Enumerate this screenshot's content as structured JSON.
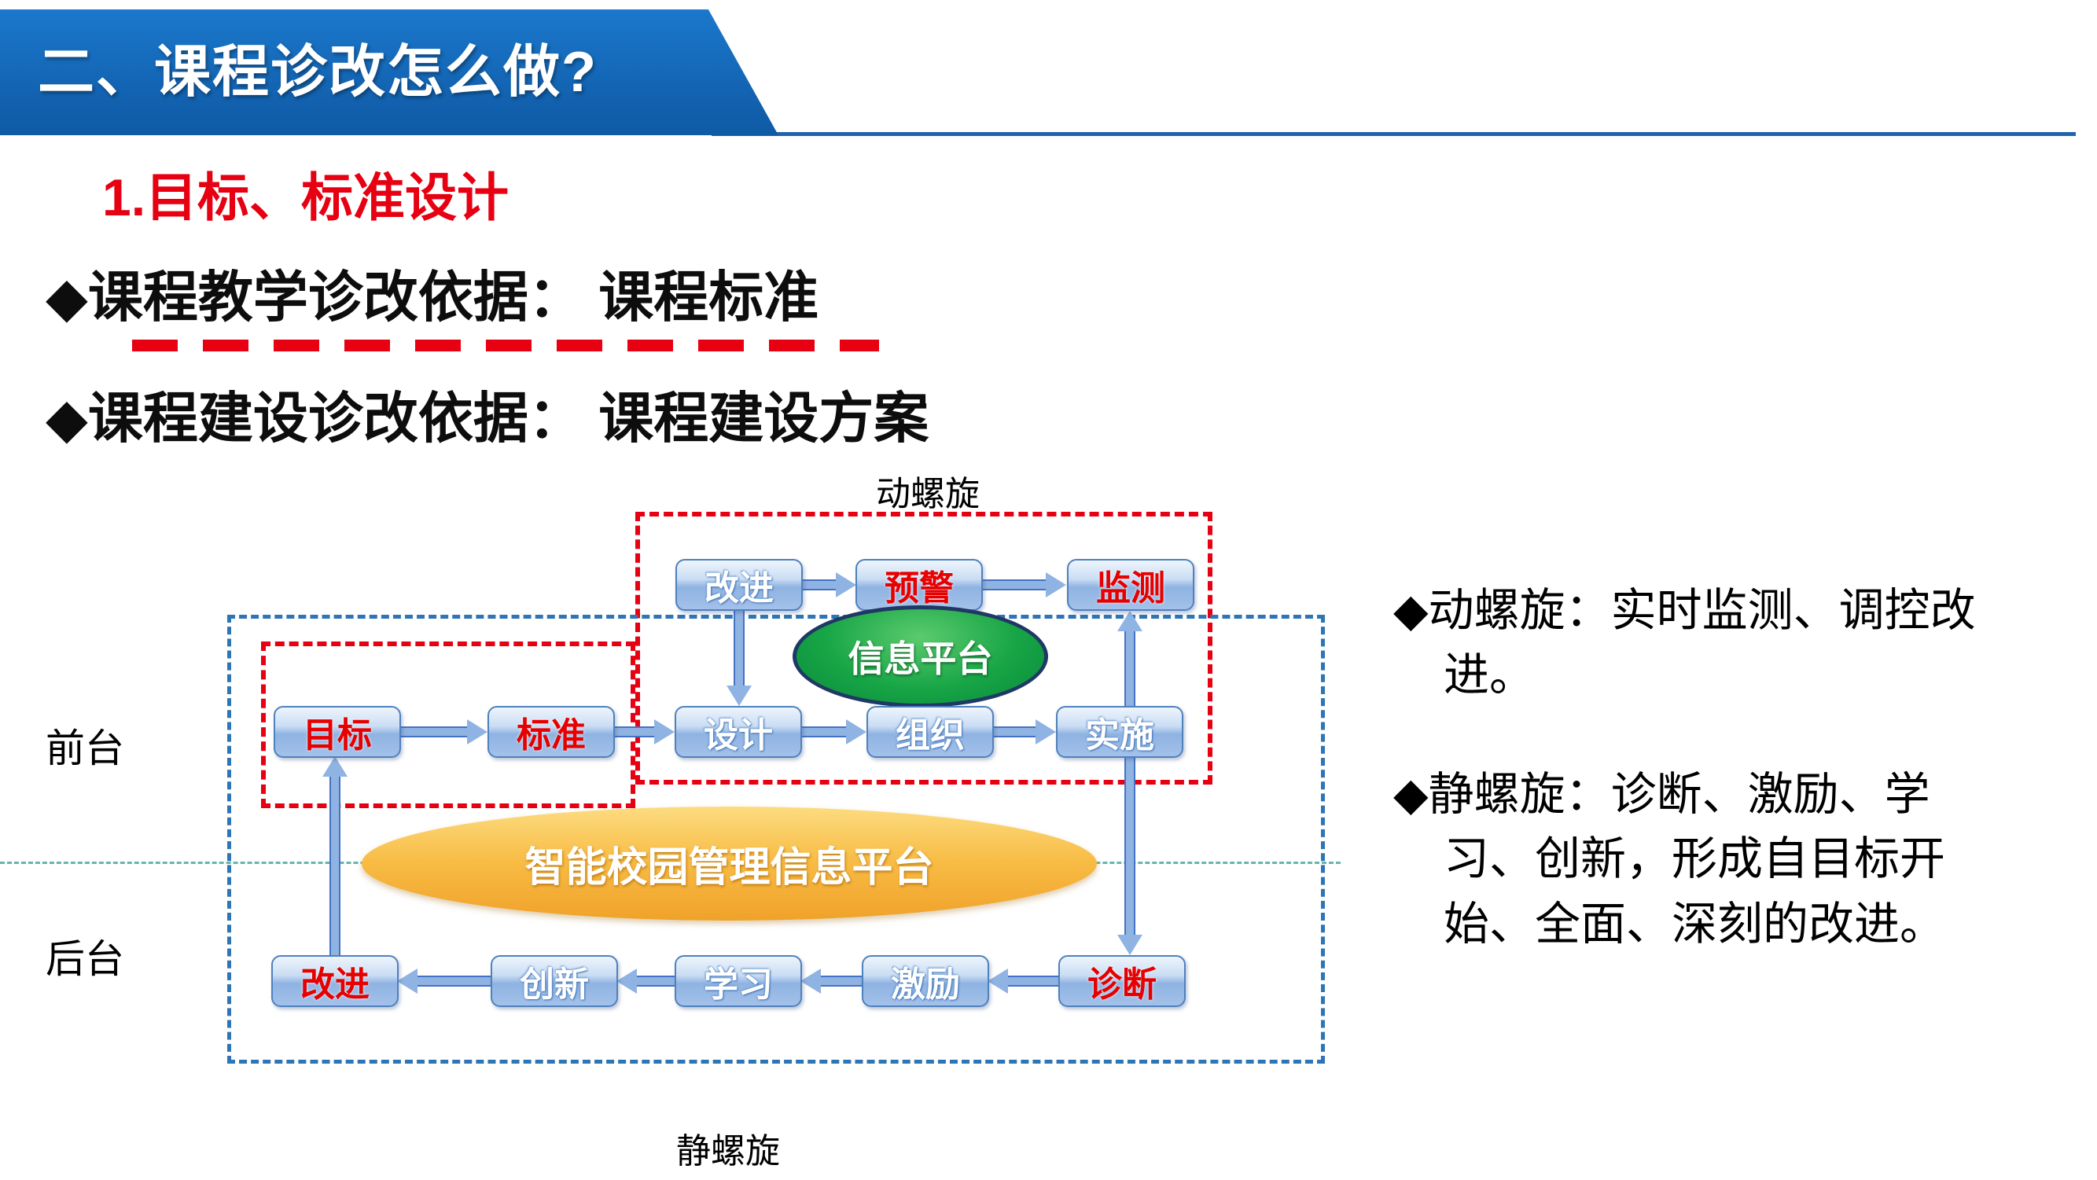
{
  "header": {
    "title": "二、课程诊改怎么做?"
  },
  "section": {
    "heading": "1.目标、标准设计",
    "bullets": [
      {
        "text": "◆课程教学诊改依据：  课程标准"
      },
      {
        "text": "◆课程建设诊改依据：  课程建设方案"
      }
    ]
  },
  "diagram": {
    "top_label": "动螺旋",
    "bottom_label": "静螺旋",
    "front_label": "前台",
    "back_label": "后台",
    "info_platform": "信息平台",
    "campus_platform": "智能校园管理信息平台",
    "top_row": [
      {
        "label": "改进",
        "emphasis": false
      },
      {
        "label": "预警",
        "emphasis": true
      },
      {
        "label": "监测",
        "emphasis": true
      }
    ],
    "mid_row": [
      {
        "label": "目标",
        "emphasis": true
      },
      {
        "label": "标准",
        "emphasis": true
      },
      {
        "label": "设计",
        "emphasis": false
      },
      {
        "label": "组织",
        "emphasis": false
      },
      {
        "label": "实施",
        "emphasis": false
      }
    ],
    "bottom_row": [
      {
        "label": "改进",
        "emphasis": true
      },
      {
        "label": "创新",
        "emphasis": false
      },
      {
        "label": "学习",
        "emphasis": false
      },
      {
        "label": "激励",
        "emphasis": false
      },
      {
        "label": "诊断",
        "emphasis": true
      }
    ]
  },
  "notes": [
    {
      "text": "◆动螺旋：实时监测、调控改进。"
    },
    {
      "text": "◆静螺旋：诊断、激励、学习、创新，形成自目标开始、全面、深刻的改进。"
    }
  ],
  "colors": {
    "banner_blue": "#1262b0",
    "accent_red": "#e60012",
    "box_border_blue": "#4f81bd",
    "dashed_blue": "#2e75b6",
    "green_ellipse": "#17a546",
    "orange_ellipse": "#f8bc45"
  }
}
